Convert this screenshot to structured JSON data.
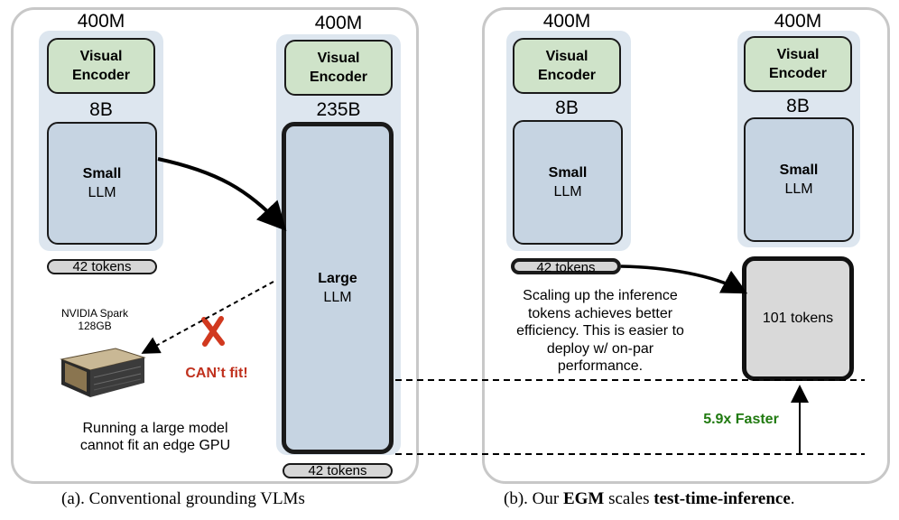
{
  "panel_a": {
    "caption": "(a). Conventional grounding VLMs",
    "col1": {
      "encoder_size": "400M",
      "encoder_label_1": "Visual",
      "encoder_label_2": "Encoder",
      "llm_size": "8B",
      "llm_label_1": "Small",
      "llm_label_2": "LLM",
      "tokens": "42 tokens"
    },
    "col2": {
      "encoder_size": "400M",
      "encoder_label_1": "Visual",
      "encoder_label_2": "Encoder",
      "llm_size": "235B",
      "llm_label_1": "Large",
      "llm_label_2": "LLM",
      "tokens": "42 tokens"
    },
    "device_name": "NVIDIA Spark",
    "device_memory": "128GB",
    "cant_fit": "CAN’t fit!",
    "note_line_1": "Running a large model",
    "note_line_2": "cannot fit an edge GPU"
  },
  "panel_b": {
    "caption_prefix": "(b). Our ",
    "caption_bold_1": "EGM",
    "caption_middle": " scales ",
    "caption_bold_2": "test-time-inference",
    "caption_suffix": ".",
    "col1": {
      "encoder_size": "400M",
      "encoder_label_1": "Visual",
      "encoder_label_2": "Encoder",
      "llm_size": "8B",
      "llm_label_1": "Small",
      "llm_label_2": "LLM",
      "tokens": "42 tokens"
    },
    "col2": {
      "encoder_size": "400M",
      "encoder_label_1": "Visual",
      "encoder_label_2": "Encoder",
      "llm_size": "8B",
      "llm_label_1": "Small",
      "llm_label_2": "LLM",
      "tokens": "101 tokens"
    },
    "scaling_note": [
      "Scaling up the inference",
      "tokens achieves better",
      "efficiency. This is easier to",
      "deploy w/ on-par",
      "performance."
    ],
    "speedup": "5.9x Faster"
  },
  "colors": {
    "encoder_fill": "#cfe3c9",
    "llm_fill": "#c6d4e2",
    "column_bg": "#dde6ef",
    "token_fill": "#d6d6d6",
    "cant_fit": "#c0311e",
    "speedup": "#207a10",
    "panel_border": "#c8c8c8"
  },
  "icons": [
    "x-mark-icon",
    "gpu-device-icon"
  ]
}
